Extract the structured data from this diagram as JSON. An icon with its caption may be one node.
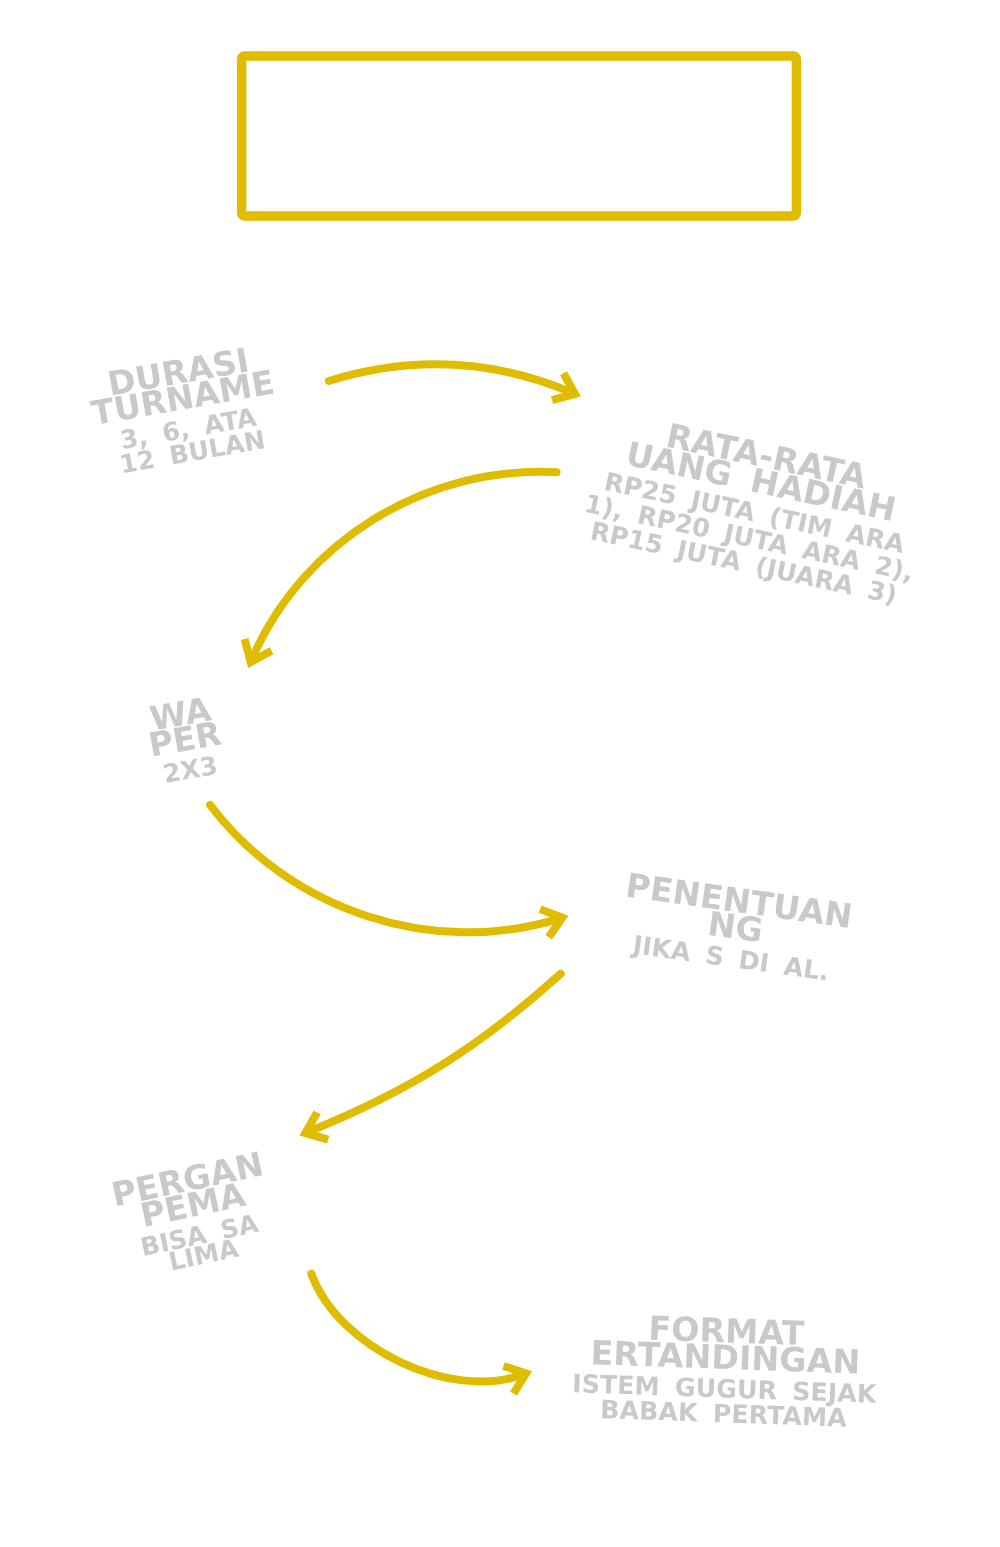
{
  "diagram": {
    "nodes": [
      {
        "text": [],
        "shape": "box"
      },
      {
        "text": [
          "DURASI TURNAME",
          "3, 6, ATA 12 BULAN"
        ]
      },
      {
        "text": [
          "RATA-RATA UANG HADIAH",
          "RP25 JUTA (TIM ARA 1), RP20 JUTA ARA 2), RP15 JUTA (JUARA 3)"
        ]
      },
      {
        "text": [
          "WA PER",
          "2X3"
        ]
      },
      {
        "text": [
          "PENENTUAN NG",
          "JIKA S DI AL."
        ]
      },
      {
        "text": [
          "PERGAN PEMA",
          "BISA SA LIMA"
        ]
      },
      {
        "text": [
          "FORMAT ERTANDINGAN",
          "ISTEM GUGUR SEJAK BABAK PERTAMA"
        ]
      }
    ],
    "edges": [
      {
        "from": 1,
        "to": 2,
        "arrow": "to"
      },
      {
        "from": 2,
        "to": 3,
        "arrow": "to"
      },
      {
        "from": 3,
        "to": 4,
        "arrow": "to"
      },
      {
        "from": 4,
        "to": 5,
        "arrow": "to"
      },
      {
        "from": 5,
        "to": 6,
        "arrow": "to"
      }
    ]
  }
}
